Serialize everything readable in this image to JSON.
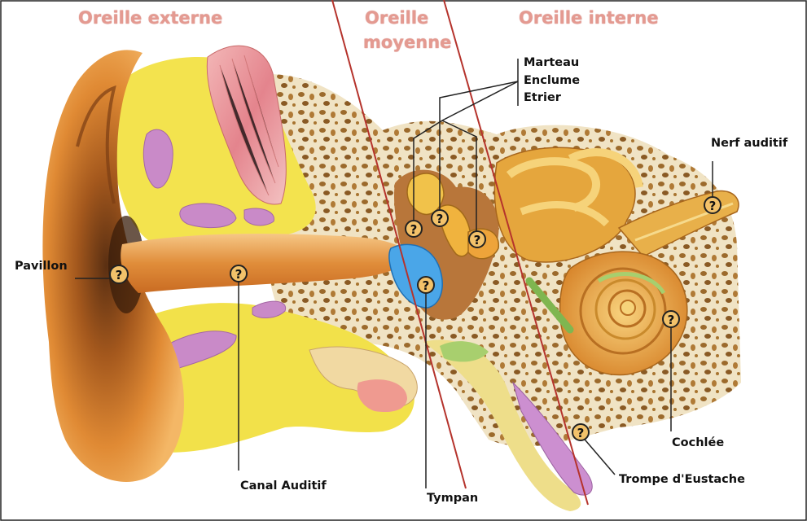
{
  "regions": {
    "outer": "Oreille externe",
    "middle_line1": "Oreille",
    "middle_line2": "moyenne",
    "inner": "Oreille interne"
  },
  "labels": {
    "marteau": "Marteau",
    "enclume": "Enclume",
    "etrier": "Etrier",
    "nerf": "Nerf auditif",
    "pavillon": "Pavillon",
    "canal": "Canal Auditif",
    "tympan": "Tympan",
    "cochlee": "Cochlée",
    "trompe": "Trompe d'Eustache"
  },
  "marker_glyph": "?",
  "colors": {
    "region_text": "#e49a91",
    "divider": "#b5332c",
    "skin": "#e79a3a",
    "fat": "#f2e54c",
    "bone": "#efe1c0",
    "muscle": "#e58f98",
    "eardrum": "#4aa6e8",
    "cartilage_purple": "#c888c8",
    "cochlea": "#e8a23c"
  }
}
